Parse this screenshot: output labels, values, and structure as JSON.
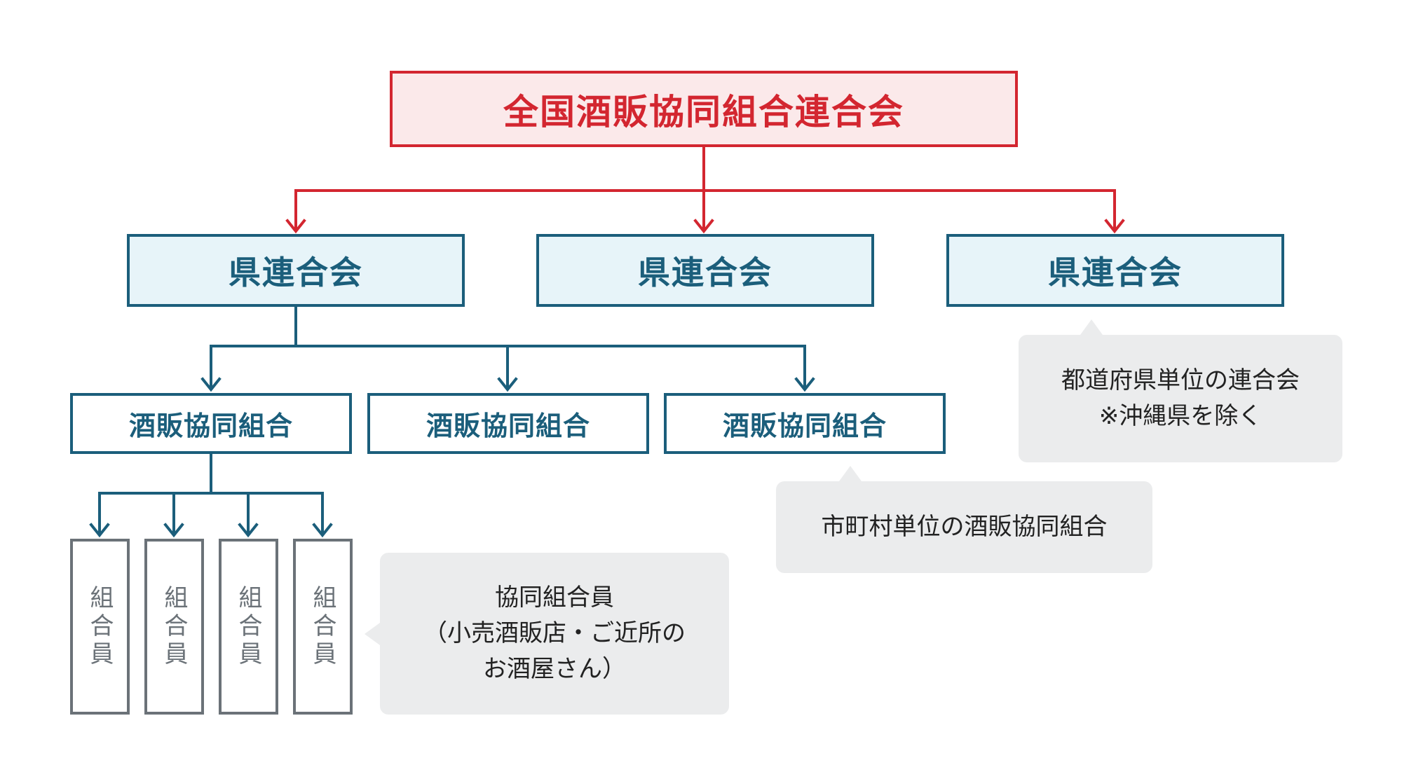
{
  "national": {
    "label": "全国酒販協同組合連合会"
  },
  "prefectures": [
    {
      "label": "県連合会"
    },
    {
      "label": "県連合会"
    },
    {
      "label": "県連合会"
    }
  ],
  "associations": [
    {
      "label": "酒販協同組合"
    },
    {
      "label": "酒販協同組合"
    },
    {
      "label": "酒販協同組合"
    }
  ],
  "members": [
    {
      "label": "組合員"
    },
    {
      "label": "組合員"
    },
    {
      "label": "組合員"
    },
    {
      "label": "組合員"
    }
  ],
  "notes": {
    "prefecture": {
      "line1": "都道府県単位の連合会",
      "line2": "※沖縄県を除く"
    },
    "association": {
      "line1": "市町村単位の酒販協同組合"
    },
    "member": {
      "line1": "協同組合員",
      "line2": "（小売酒販店・ご近所の",
      "line3": "お酒屋さん）"
    }
  },
  "colors": {
    "national": "#d32630",
    "national_fill": "#fbe9ea",
    "regional": "#1b5e7b",
    "regional_fill": "#e7f4f9",
    "member": "#6b7278",
    "note_fill": "#ebeced"
  }
}
